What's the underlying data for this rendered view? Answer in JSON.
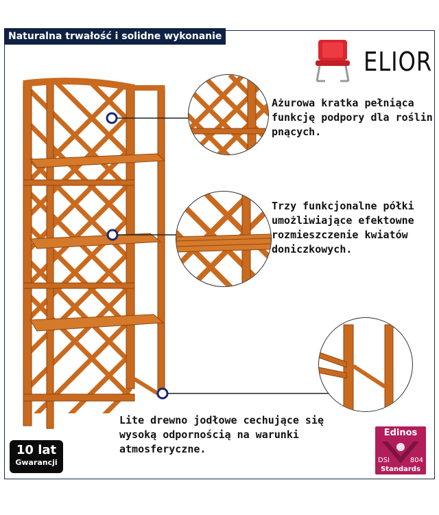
{
  "header": {
    "title": "Naturalna trwałość i solidne wykonanie"
  },
  "logo": {
    "text": "ELIOR"
  },
  "features": [
    {
      "text": "Ażurowa kratka pełniąca funkcję podpory dla roślin pnących."
    },
    {
      "text": "Trzy funkcjonalne półki umożliwiające efektowne rozmieszczenie kwiatów doniczkowych."
    },
    {
      "text": "Lite drewno jodłowe cechujące się wysoką odpornością na warunki atmosferyczne."
    }
  ],
  "warranty": {
    "big": "10 lat",
    "small": "Gwarancji"
  },
  "edinos": {
    "top": "Edinos",
    "left": "DSI",
    "right": "804",
    "bottom": "Standards"
  },
  "colors": {
    "header_bg": "#0f2244",
    "wood": "#c96a1f",
    "wood_dark": "#8f4612",
    "badge": "#b21e5a"
  }
}
